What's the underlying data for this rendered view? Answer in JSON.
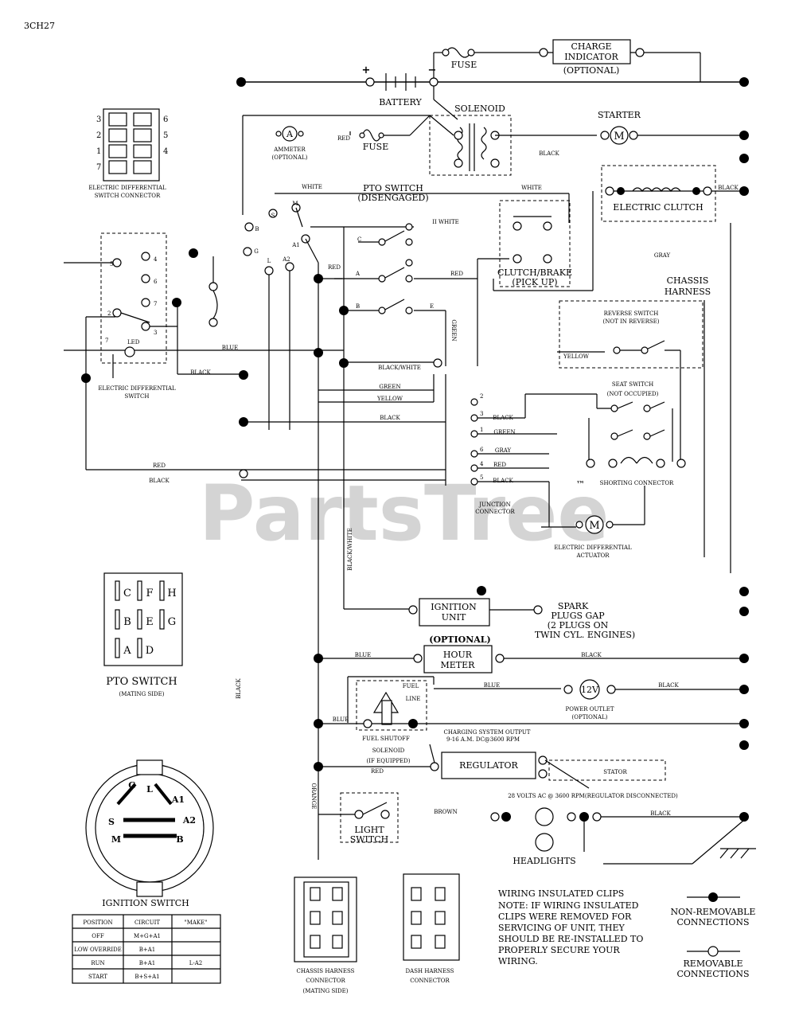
{
  "page_id": "3CH27",
  "watermark": {
    "text": "PartsTree",
    "tm": "™"
  },
  "top": {
    "battery": "BATTERY",
    "plus": "+",
    "minus": "−",
    "fuse": "FUSE",
    "charge_indicator": [
      "CHARGE",
      "INDICATOR"
    ],
    "optional": "(OPTIONAL)"
  },
  "labels": {
    "solenoid": "SOLENOID",
    "starter": "STARTER",
    "starter_m": "M",
    "ammeter": [
      "AMMETER",
      "(OPTIONAL)"
    ],
    "ammeter_a": "A",
    "red": "RED",
    "fuse": "FUSE",
    "black": "BLACK",
    "white": "WHITE",
    "gray": "GRAY",
    "blue": "BLUE",
    "green": "GREEN",
    "yellow": "YELLOW",
    "brown": "BROWN",
    "orange": "ORANGE",
    "black_white": "BLACK/WHITE",
    "pto_switch": [
      "PTO SWITCH",
      "(DISENGAGED)"
    ],
    "ii_white": "II  WHITE",
    "electric_clutch": "ELECTRIC CLUTCH",
    "clutch_brake": [
      "CLUTCH/BRAKE",
      "(PICK UP)"
    ],
    "chassis_harness": [
      "CHASSIS",
      "HARNESS"
    ],
    "reverse_switch": [
      "REVERSE SWITCH",
      "(NOT IN REVERSE)"
    ],
    "seat_switch": [
      "SEAT SWITCH",
      "(NOT OCCUPIED)"
    ],
    "shorting_connector": "SHORTING CONNECTOR",
    "junction_connector": [
      "JUNCTION",
      "CONNECTOR"
    ],
    "electric_differential_actuator": [
      "ELECTRIC DIFFERENTIAL",
      "ACTUATOR"
    ],
    "electric_differential_switch": [
      "ELECTRIC DIFFERENTIAL",
      "SWITCH"
    ],
    "eds_connector": [
      "ELECTRIC DIFFERENTIAL",
      "SWITCH CONNECTOR"
    ],
    "eds_pin_numbers": [
      "3",
      "2",
      "1",
      "7",
      "6",
      "5",
      "4"
    ],
    "led": "LED",
    "ignition_unit": [
      "IGNITION",
      "UNIT"
    ],
    "spark_plugs": [
      "SPARK",
      "PLUGS GAP",
      "(2 PLUGS ON",
      "TWIN CYL. ENGINES)"
    ],
    "optional": "(OPTIONAL)",
    "hour_meter": [
      "HOUR",
      "METER"
    ],
    "fuel_line": [
      "FUEL",
      "LINE"
    ],
    "fuel_shutoff": [
      "FUEL SHUTOFF",
      "SOLENOID",
      "(IF EQUIPPED)"
    ],
    "power_outlet": [
      "POWER OUTLET",
      "(OPTIONAL)"
    ],
    "power_outlet_volts": "12V",
    "charging_output": [
      "CHARGING SYSTEM OUTPUT",
      "9-16 A.M. DC@3600 RPM"
    ],
    "regulator": "REGULATOR",
    "stator": "STATOR",
    "stator_output": "28 VOLTS AC @ 3600 RPM(REGULATOR DISCONNECTED)",
    "light_switch": [
      "LIGHT",
      "SWITCH"
    ],
    "headlights": "HEADLIGHTS",
    "pto_switch_mating": [
      "PTO SWITCH",
      "(MATING SIDE)"
    ],
    "ignition_switch": "IGNITION SWITCH",
    "chassis_harness_connector": [
      "CHASSIS HARNESS",
      "CONNECTOR",
      "(MATING SIDE)"
    ],
    "dash_harness_connector": [
      "DASH HARNESS",
      "CONNECTOR"
    ],
    "wiring_clips": [
      "WIRING INSULATED CLIPS",
      "NOTE: IF WIRING INSULATED",
      "CLIPS WERE REMOVED FOR",
      "SERVICING OF UNIT, THEY",
      "SHOULD BE RE-INSTALLED TO",
      "PROPERLY SECURE YOUR",
      "WIRING."
    ],
    "non_removable": [
      "NON-REMOVABLE",
      "CONNECTIONS"
    ],
    "removable": [
      "REMOVABLE",
      "CONNECTIONS"
    ]
  },
  "pto_grid": [
    "C",
    "F",
    "H",
    "B",
    "E",
    "G",
    "A",
    "D"
  ],
  "ignition_terminals": [
    "G",
    "L",
    "A1",
    "S",
    "A2",
    "M",
    "B"
  ],
  "ignition_table": {
    "headers": [
      "POSITION",
      "CIRCUIT",
      "\"MAKE\""
    ],
    "rows": [
      [
        "OFF",
        "M+G+A1",
        ""
      ],
      [
        "LOW OVERRIDE",
        "B+A1",
        ""
      ],
      [
        "RUN",
        "B+A1",
        "L-A2"
      ],
      [
        "START",
        "B+S+A1",
        ""
      ]
    ]
  },
  "pto_switch_terminals": [
    "C",
    "A",
    "B",
    "E"
  ],
  "junction_pins": [
    "2",
    "3",
    "1",
    "6",
    "4",
    "5"
  ]
}
